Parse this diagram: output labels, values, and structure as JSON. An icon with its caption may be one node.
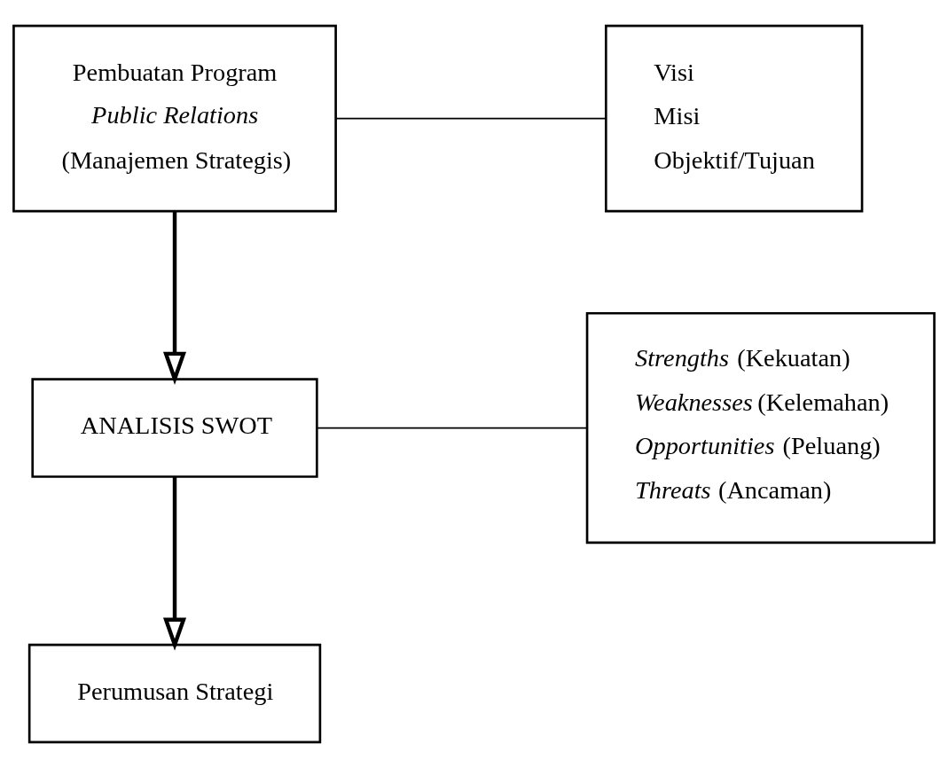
{
  "diagram": {
    "nodes": [
      {
        "text": [
          "Pembuatan Program",
          "*Public Relations*",
          "(Manajemen Strategis)"
        ]
      },
      {
        "text": [
          "Visi",
          "Misi",
          "Objektif/Tujuan"
        ]
      },
      {
        "text": [
          "ANALISIS SWOT"
        ]
      },
      {
        "text": [
          "*Strengths* (Kekuatan)",
          "*Weaknesses* (Kelemahan)",
          "*Opportunities* (Peluang)",
          "*Threats* (Ancaman)"
        ]
      },
      {
        "text": [
          "Perumusan Strategi"
        ]
      }
    ],
    "edges": [
      {
        "from": 0,
        "to": 1,
        "arrow": "none"
      },
      {
        "from": 0,
        "to": 2,
        "arrow": "to",
        "style": "thick"
      },
      {
        "from": 2,
        "to": 3,
        "arrow": "none"
      },
      {
        "from": 2,
        "to": 4,
        "arrow": "to",
        "style": "thick"
      }
    ]
  }
}
